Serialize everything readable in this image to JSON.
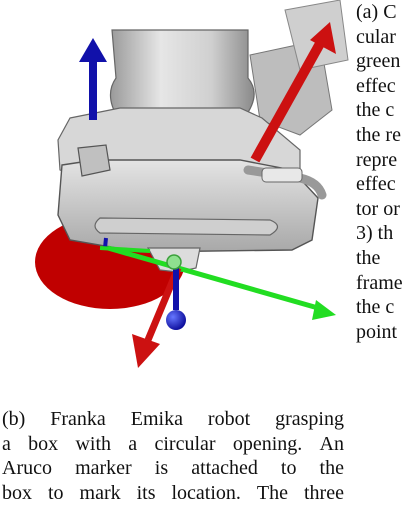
{
  "side_caption_lines": [
    "(a) C",
    "cular",
    "green",
    "effec",
    "the c",
    "the re",
    "repre",
    "effec",
    "tor or",
    "3) th",
    "the",
    "frame",
    "the c",
    "point"
  ],
  "caption_b": {
    "line1": [
      "(b)",
      "Franka",
      "Emika",
      "robot",
      "grasping"
    ],
    "line2": [
      "a",
      "box",
      "with",
      "a",
      "circular",
      "opening.",
      "An"
    ],
    "line3": [
      "Aruco",
      "marker",
      "is",
      "attached",
      "to",
      "the"
    ],
    "line4": [
      "box",
      "to",
      "mark",
      "its",
      "location.",
      "The",
      "three"
    ]
  },
  "colors": {
    "x_axis": "#22dd22",
    "y_axis": "#cc1111",
    "z_axis": "#1111aa",
    "disc": "#c00000",
    "robot_gray": "#c8c8c8"
  }
}
